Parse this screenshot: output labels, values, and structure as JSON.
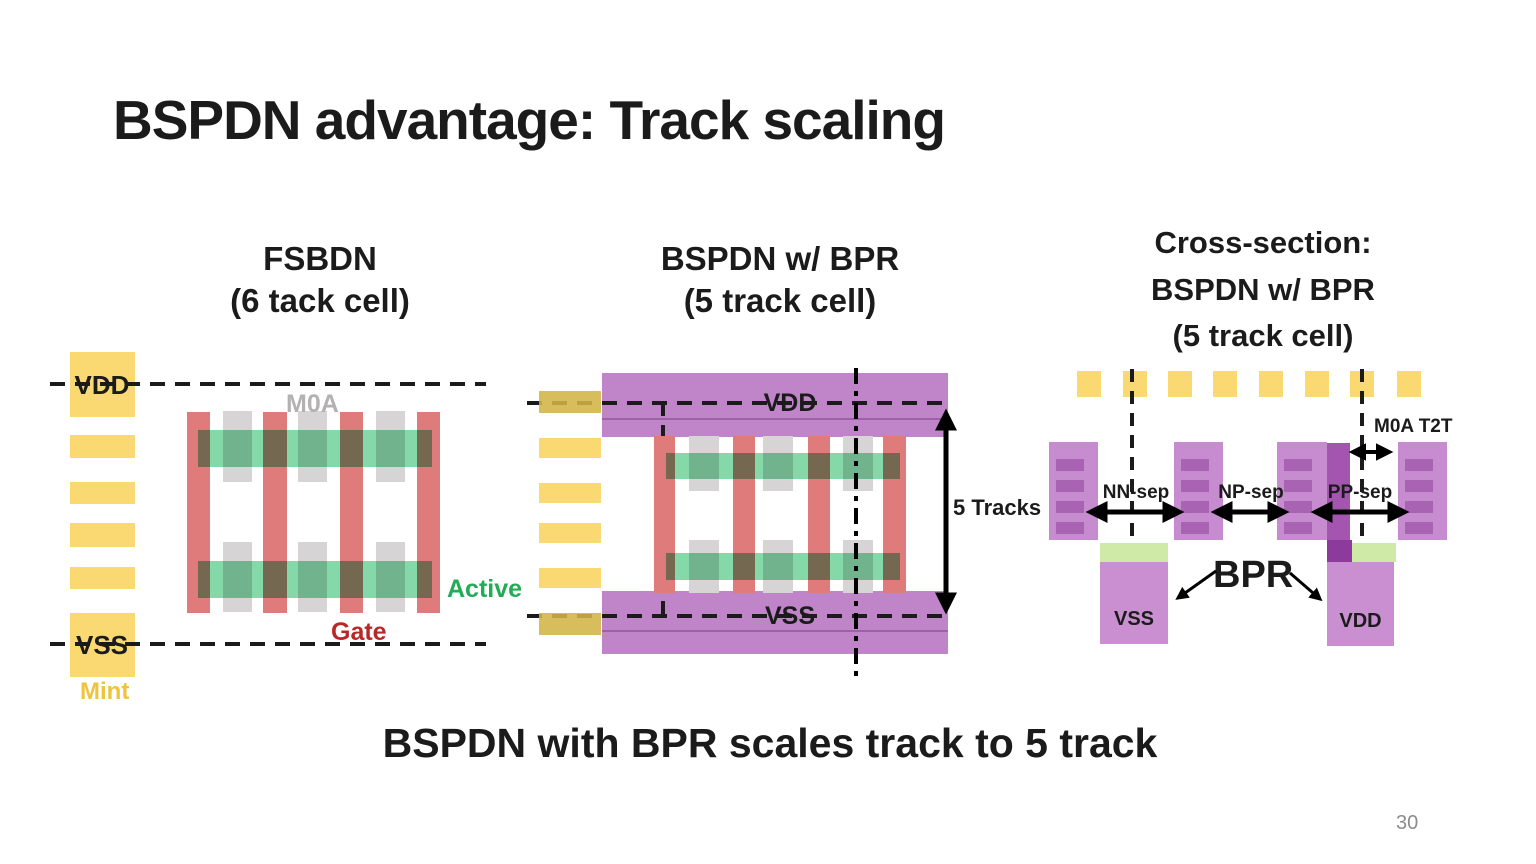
{
  "slide": {
    "title": "BSPDN advantage: Track scaling",
    "bottom_message": "BSPDN with BPR scales track to 5 track",
    "page_number": "30"
  },
  "fsbdn": {
    "heading_line1": "FSBDN",
    "heading_line2": "(6 tack cell)",
    "vdd_label": "VDD",
    "vss_label": "VSS",
    "mint_label": "Mint",
    "m0a_label": "M0A",
    "active_label": "Active",
    "gate_label": "Gate"
  },
  "bspdn": {
    "heading_line1": "BSPDN w/ BPR",
    "heading_line2": "(5 track cell)",
    "vdd_label": "VDD",
    "vss_label": "VSS",
    "tracks_label": "5 Tracks"
  },
  "cross_section": {
    "heading_line1": "Cross-section:",
    "heading_line2": "BSPDN w/ BPR",
    "heading_line3": "(5 track cell)",
    "m0a_t2t_label": "M0A T2T",
    "nn_sep_label": "NN-sep",
    "np_sep_label": "NP-sep",
    "pp_sep_label": "PP-sep",
    "bpr_label": "BPR",
    "vss_label": "VSS",
    "vdd_label": "VDD"
  },
  "colors": {
    "ink": "#1b1b1b",
    "yellow": "#fbd972",
    "gold": "#d9bd55",
    "red": "#e07b7b",
    "green": "#85d8a8",
    "gray": "#d6d4d4",
    "purple": "#c084c8",
    "purple-line": "#9c61a6",
    "stack": "#c78ccf",
    "stripe": "#a963b3",
    "rail": "#c98fd1",
    "dark-bar": "#a455b0",
    "dark-square": "#8d3a9d",
    "light-green": "#cfe9a6",
    "gate-label": "#b92828",
    "active-label": "#22ac55",
    "m0a-label": "#b3b1b1",
    "mint-label": "#eec33f",
    "page-num": "#8c8c8c"
  }
}
